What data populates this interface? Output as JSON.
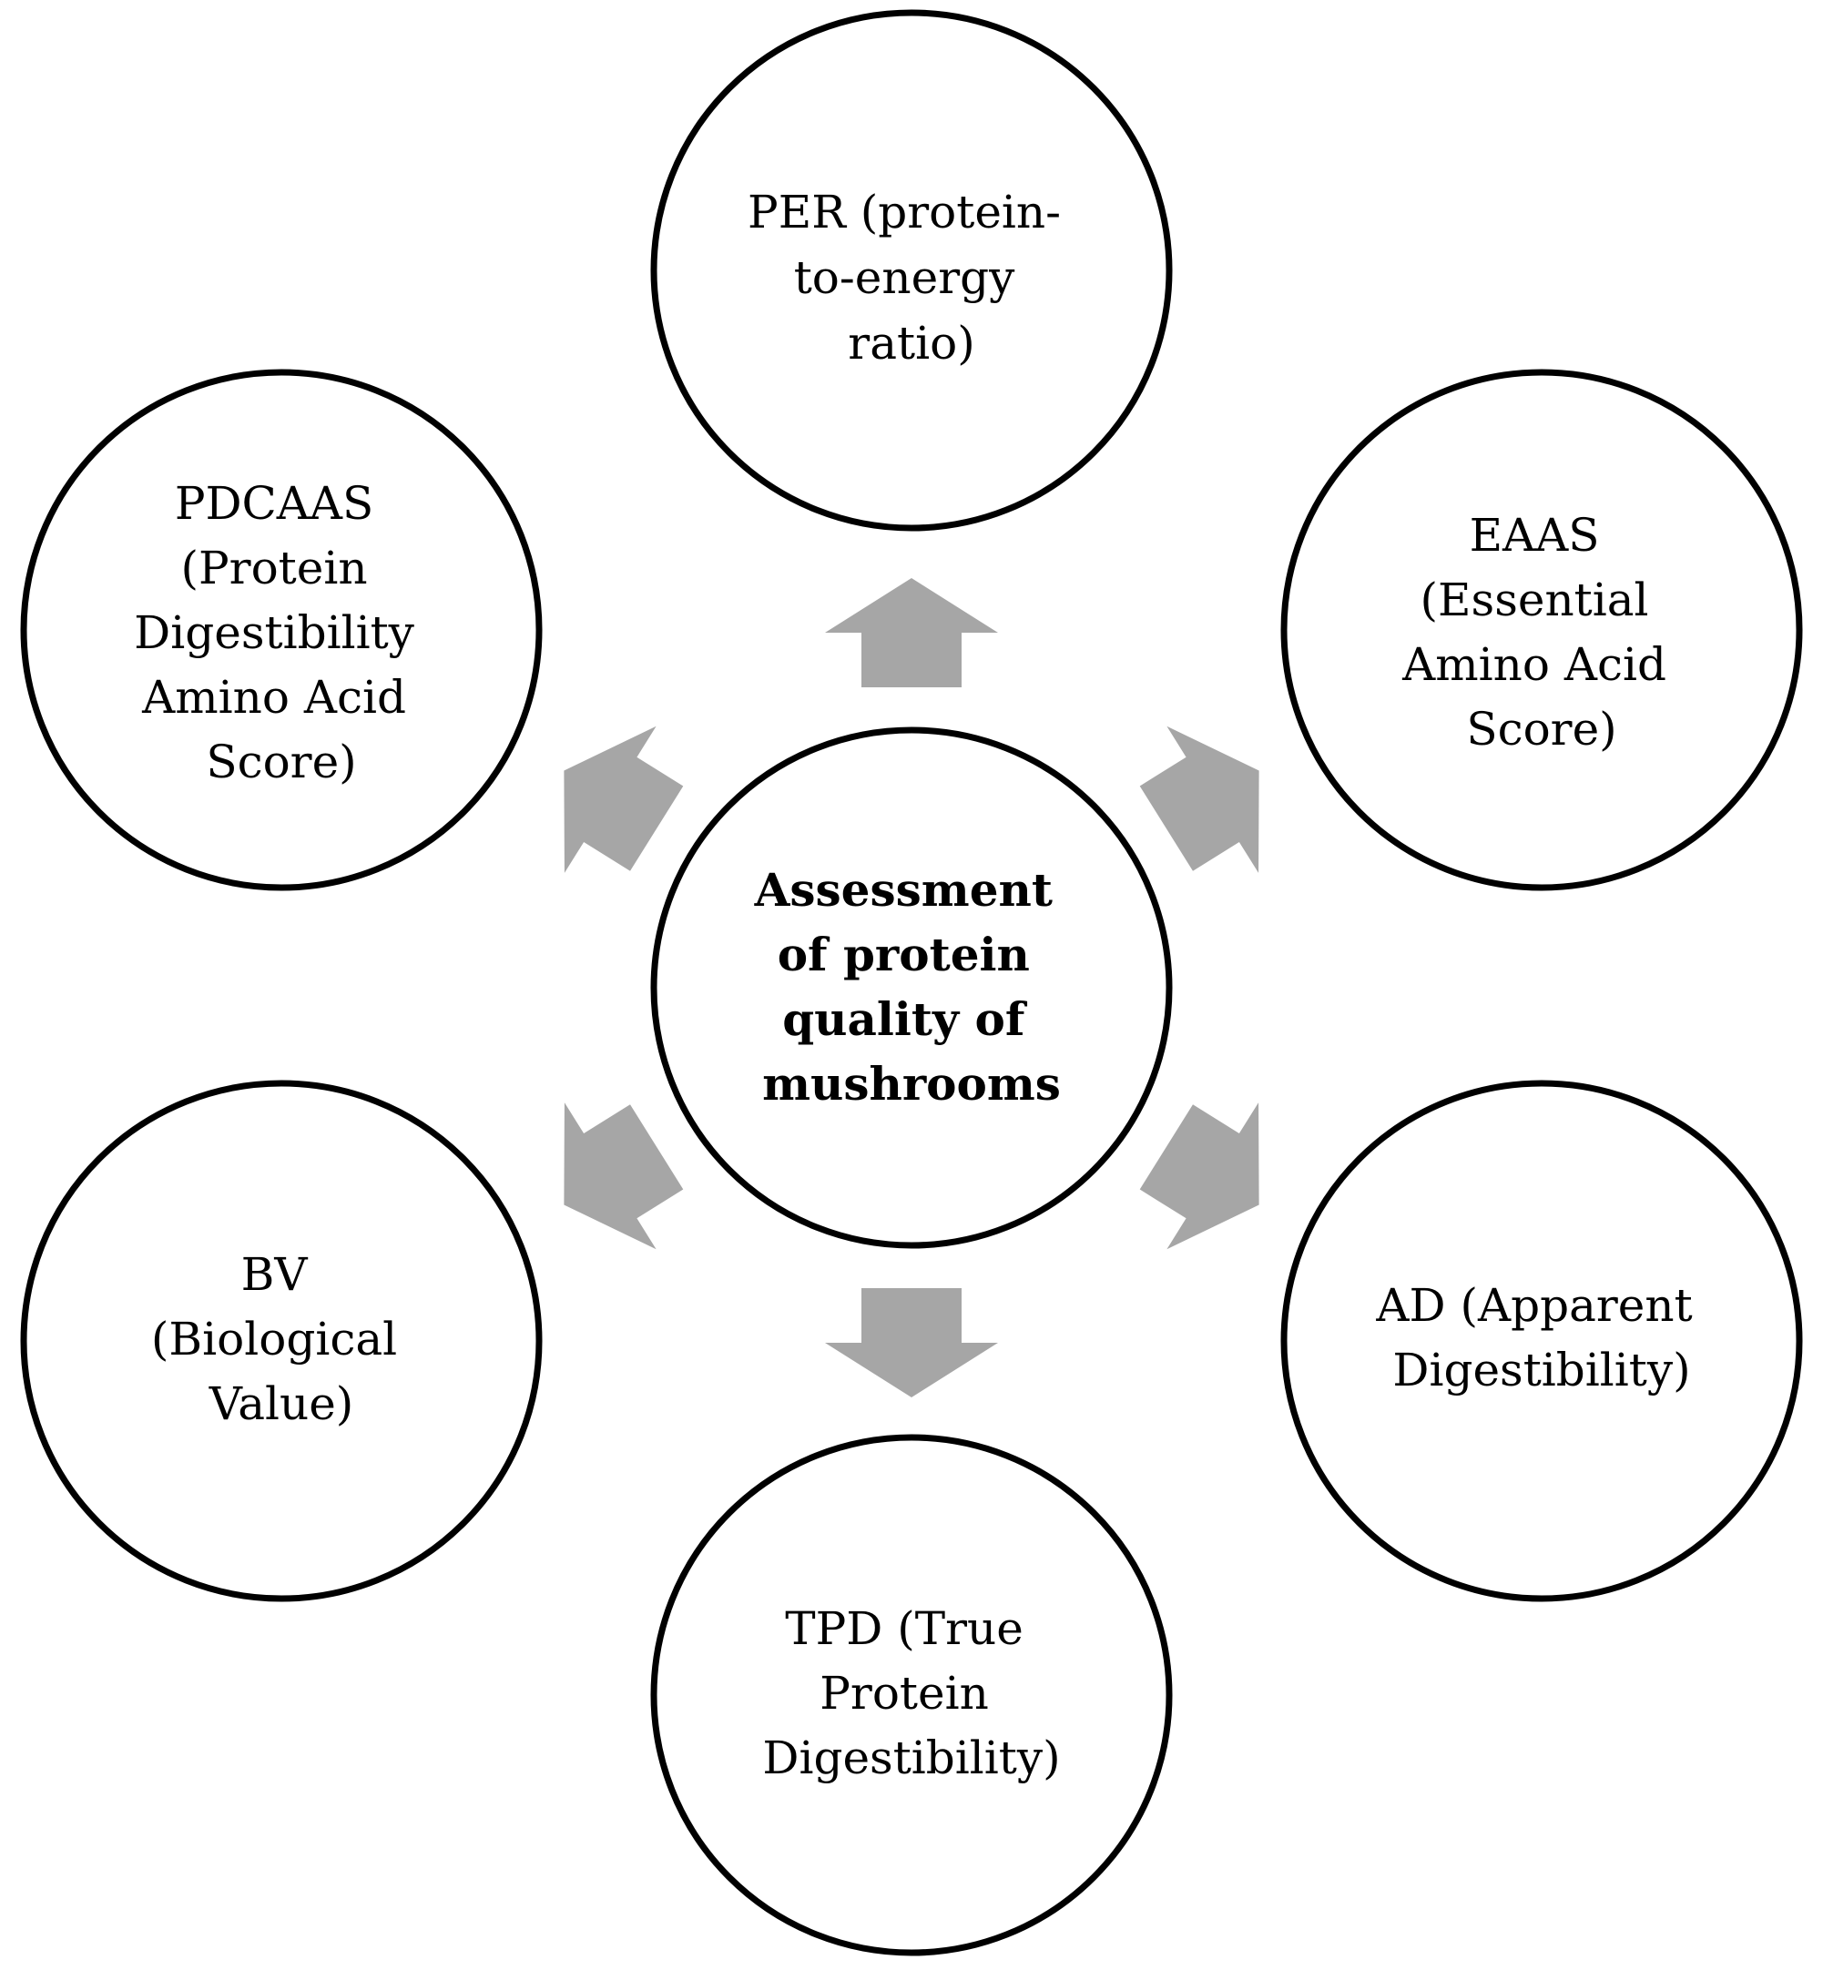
{
  "diagram": {
    "center": {
      "lines": [
        "Assessment",
        "of protein",
        "quality of",
        "mushrooms"
      ]
    },
    "nodes": {
      "per": {
        "lines": [
          "PER (protein-",
          "to-energy",
          "ratio)"
        ]
      },
      "eaas": {
        "lines": [
          "EAAS",
          "(Essential",
          "Amino Acid",
          "Score)"
        ]
      },
      "ad": {
        "lines": [
          "AD (Apparent",
          "Digestibility)"
        ]
      },
      "tpd": {
        "lines": [
          "TPD (True",
          "Protein",
          "Digestibility)"
        ]
      },
      "bv": {
        "lines": [
          "BV",
          "(Biological",
          "Value)"
        ]
      },
      "pdcaas": {
        "lines": [
          "PDCAAS",
          "(Protein",
          "Digestibility",
          "Amino Acid",
          "Score)"
        ]
      }
    },
    "colors": {
      "arrow": "#a6a6a6",
      "outline": "#000000",
      "background": "#ffffff"
    }
  }
}
